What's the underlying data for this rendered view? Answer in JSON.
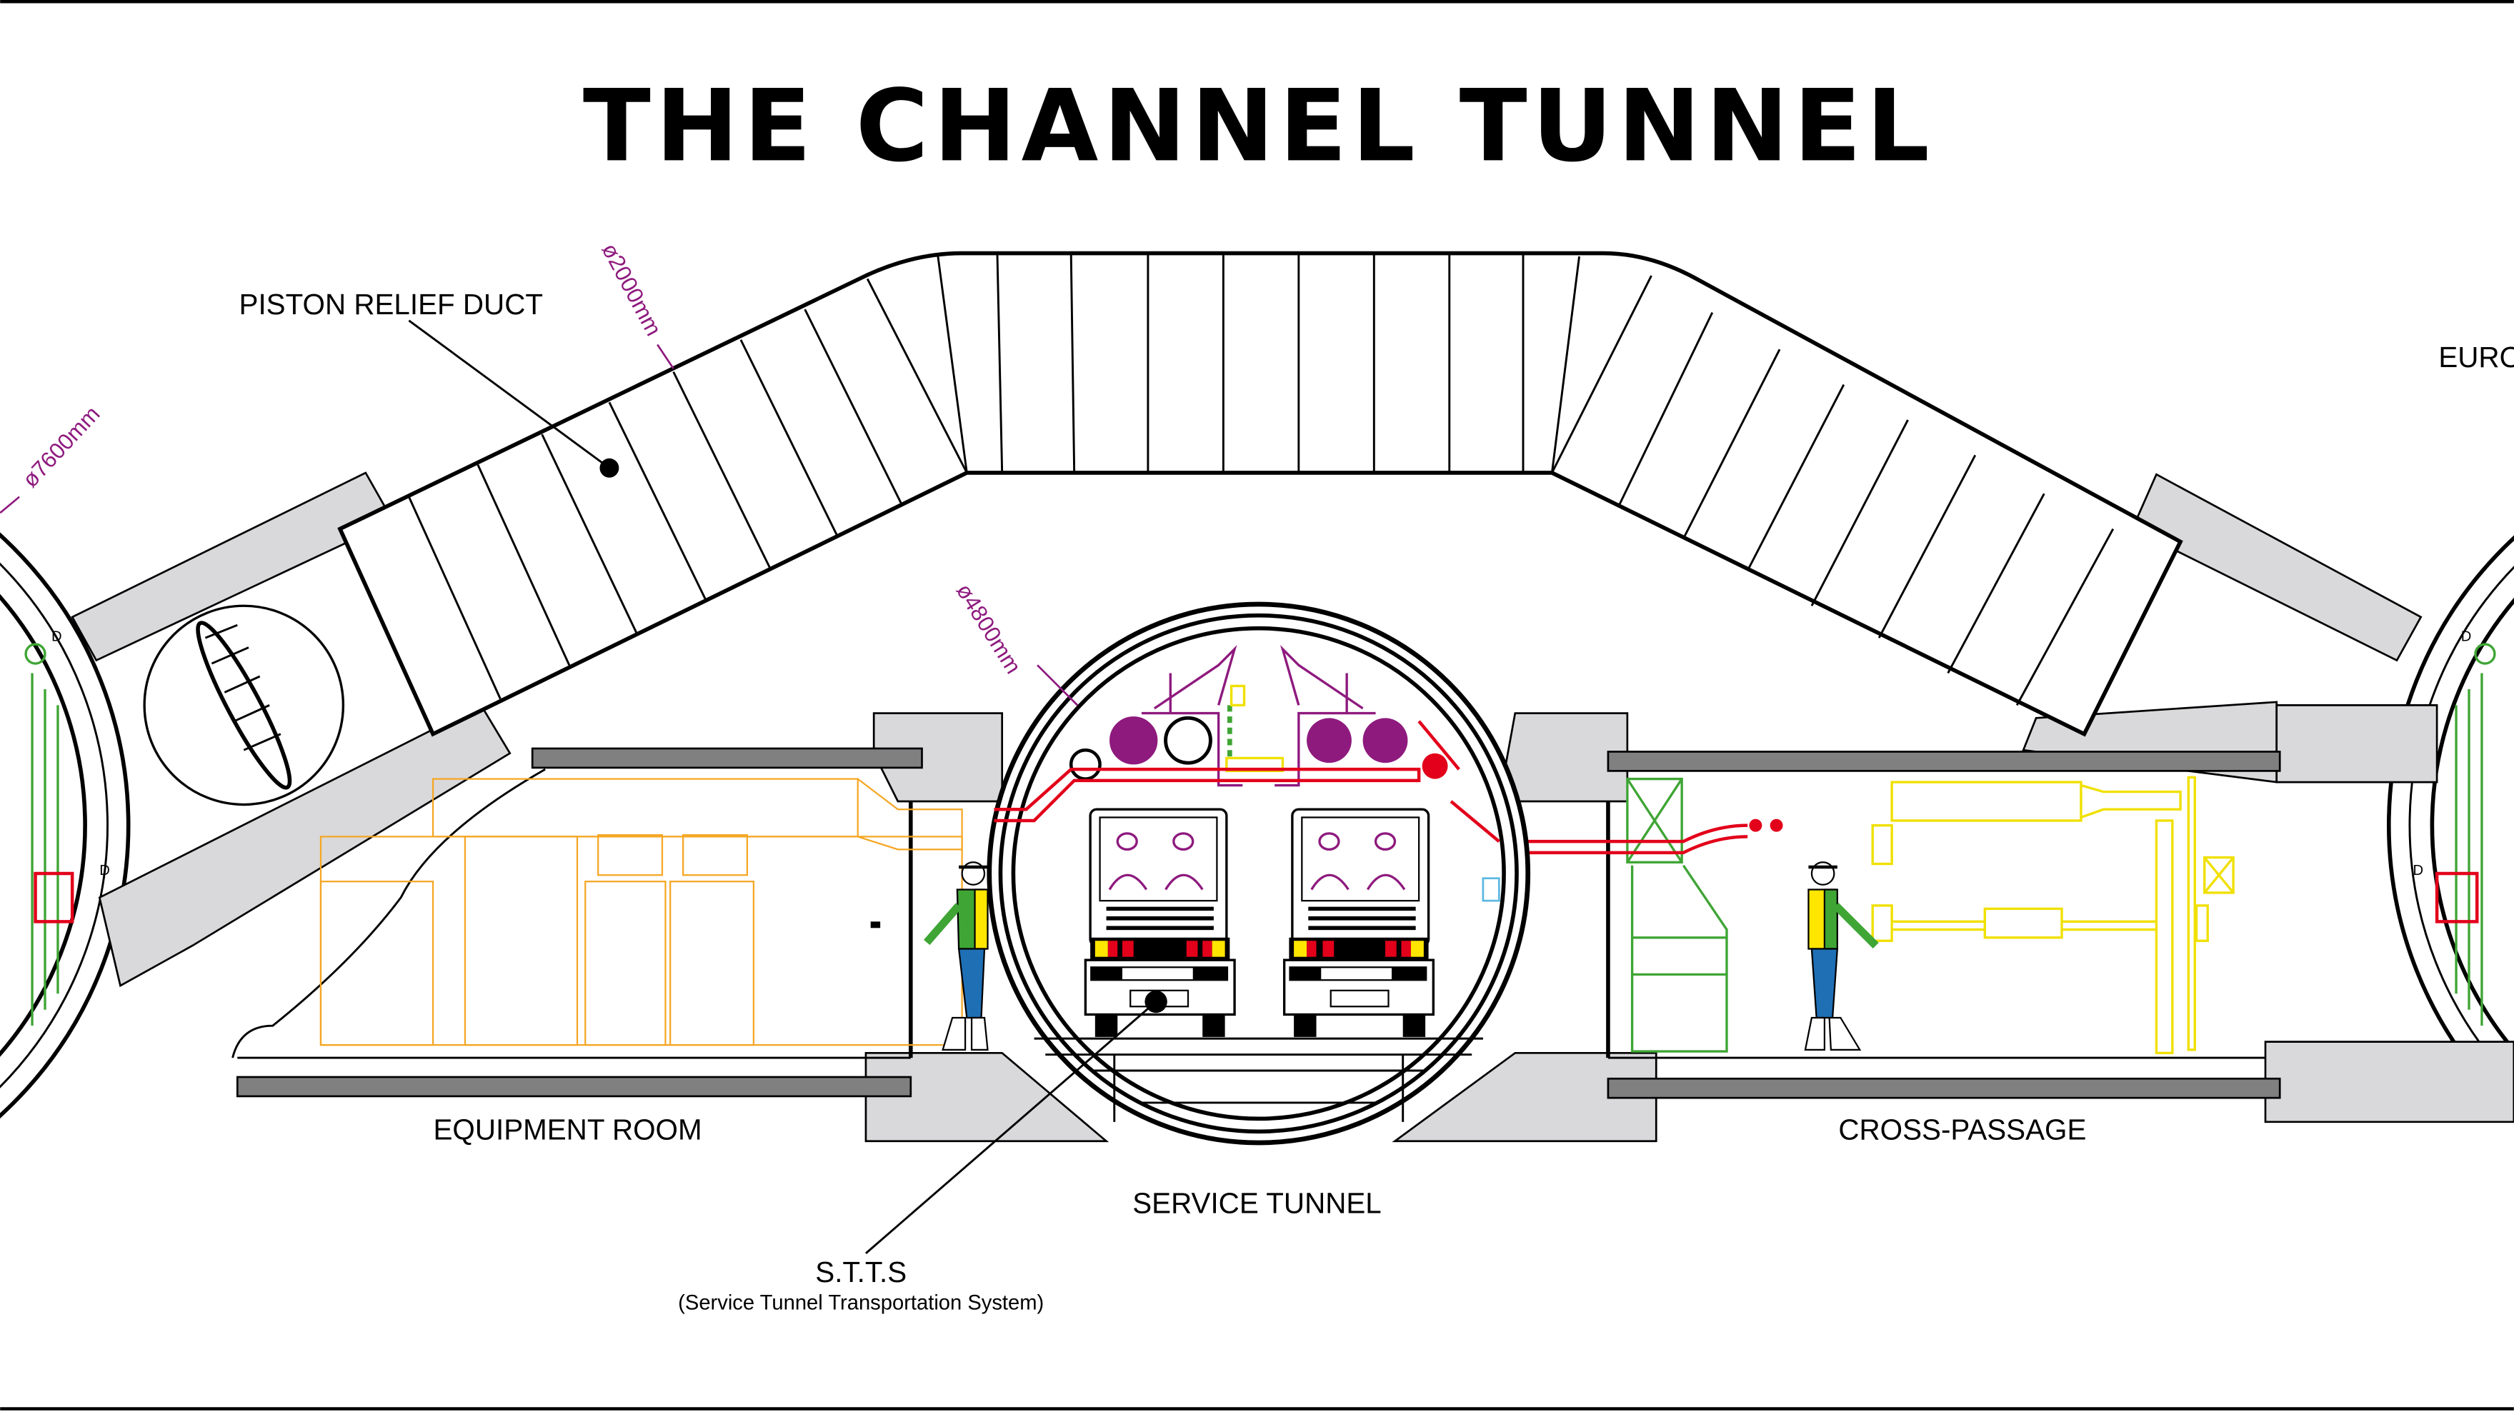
{
  "title": "THE CHANNEL TUNNEL",
  "labels": {
    "piston_relief_duct": "PISTON RELIEF DUCT",
    "equipment_room": "EQUIPMENT ROOM",
    "service_tunnel": "SERVICE TUNNEL",
    "cross_passage": "CROSS-PASSAGE",
    "stts": "S.T.T.S",
    "stts_full": "(Service Tunnel Transportation System)",
    "euro_truncated": "EURO"
  },
  "dimensions": {
    "running_tunnel": "ø7600mm",
    "piston_duct": "ø2000mm",
    "service_tunnel": "ø4800mm"
  },
  "segment_marks": [
    "D",
    "D",
    "D",
    "D"
  ],
  "colors": {
    "dimension": "#8e1a7e",
    "electrical": "#e2001a",
    "ventilation": "#3fa535",
    "equipment": "#f5a623",
    "signal": "#f0e000",
    "wall": "#d9d9db",
    "slab": "#808080"
  }
}
